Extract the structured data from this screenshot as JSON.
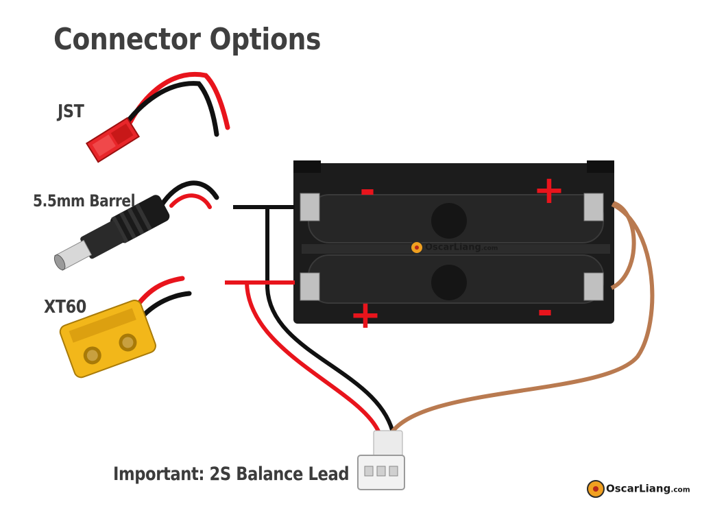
{
  "title": "Connector Options",
  "connectors": [
    {
      "id": "jst",
      "label": "JST"
    },
    {
      "id": "barrel",
      "label": "5.5mm Barrel"
    },
    {
      "id": "xt60",
      "label": "XT60"
    }
  ],
  "battery_holder": {
    "polarity_top_left": "-",
    "polarity_top_right": "+",
    "polarity_bottom_left": "+",
    "polarity_bottom_right": "-"
  },
  "balance_lead_label": "Important: 2S Balance Lead",
  "watermark": {
    "name": "OscarLiang",
    "domain": ".com"
  },
  "colors": {
    "positive_wire": "#e8141c",
    "negative_wire": "#111111",
    "balance_wire": "#b97a50",
    "xt60_body": "#f2b71a",
    "jst_body": "#e8262a"
  }
}
